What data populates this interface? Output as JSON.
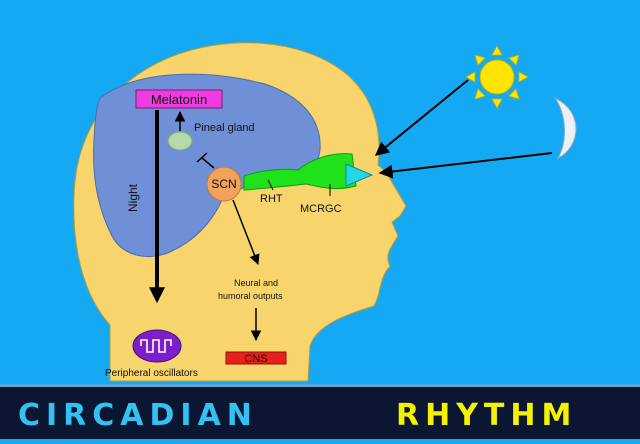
{
  "labels": {
    "melatonin": "Melatonin",
    "pineal_gland": "Pineal gland",
    "scn": "SCN",
    "night": "Night",
    "rht": "RHT",
    "mcrgc": "MCRGC",
    "neural_line1": "Neural and",
    "neural_line2": "humoral outputs",
    "cns": "CNS",
    "peripheral": "Peripheral oscillators"
  },
  "banner": {
    "word1": "CIRCADIAN",
    "word2": "RHYTHM"
  },
  "colors": {
    "background": "#14a9f2",
    "head": "#f8d56c",
    "brain": "#6f90d6",
    "melatonin_box": "#ef3ce0",
    "cns_box": "#e8201c",
    "scn_node": "#f2a25c",
    "pineal": "#b6d9a8",
    "optic_path": "#1fe21a",
    "oscillator": "#7a1fc9",
    "sun": "#ffe600",
    "moon": "#e7f1f7",
    "banner_bg": "#0b1633",
    "banner_text_1": "#33c1f2",
    "banner_text_2": "#f4f200"
  }
}
